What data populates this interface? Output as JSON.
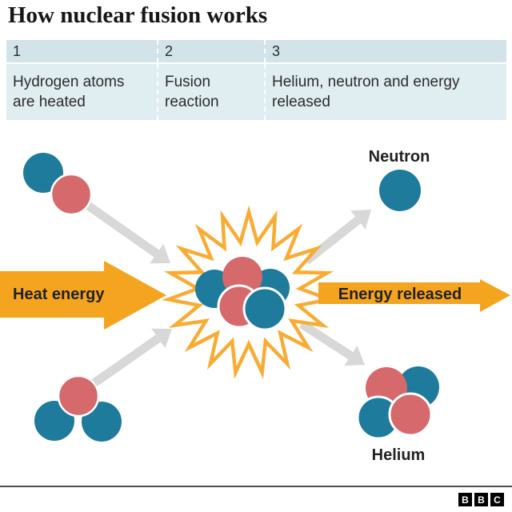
{
  "title": "How nuclear fusion works",
  "steps": [
    {
      "num": "1",
      "desc": "Hydrogen atoms are heated"
    },
    {
      "num": "2",
      "desc": "Fusion reaction"
    },
    {
      "num": "3",
      "desc": "Helium, neutron and energy released"
    }
  ],
  "labels": {
    "heat": "Heat energy",
    "energy": "Energy released",
    "neutron": "Neutron",
    "helium": "Helium"
  },
  "logo": {
    "letters": [
      "B",
      "B",
      "C"
    ]
  },
  "colors": {
    "teal": "#1E7B9C",
    "red": "#D5696B",
    "orange": "#F5A41F",
    "burst_stroke": "#F9AC34",
    "gray_arrow": "#D8D8D8",
    "table_header_bg": "#D2E3EA",
    "table_body_bg": "#E0EDF1",
    "rule": "#4D4D4D",
    "text": "#222222"
  }
}
